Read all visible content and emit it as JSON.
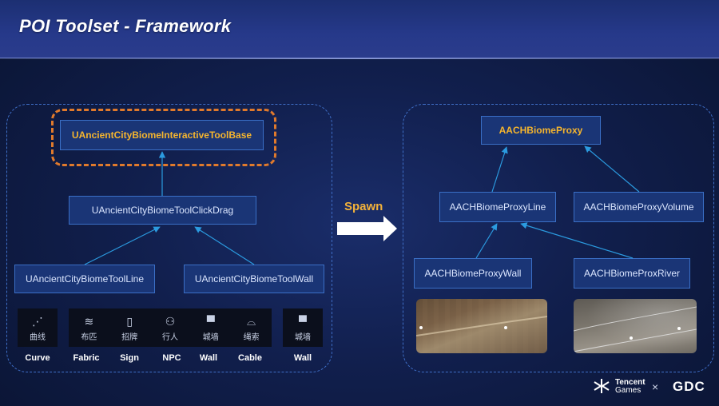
{
  "title": "POI Toolset - Framework",
  "left_tree": {
    "base": "UAncientCityBiomeInteractiveToolBase",
    "click_drag": "UAncientCityBiomeToolClickDrag",
    "line": "UAncientCityBiomeToolLine",
    "wall": "UAncientCityBiomeToolWall"
  },
  "spawn_label": "Spawn",
  "right_tree": {
    "proxy": "AACHBiomeProxy",
    "proxy_line": "AACHBiomeProxyLine",
    "proxy_volume": "AACHBiomeProxyVolume",
    "proxy_wall": "AACHBiomeProxyWall",
    "proxy_river": "AACHBiomeProxRiver"
  },
  "tools": [
    {
      "icon": "curve-icon",
      "glyph": "⋰",
      "cn": "曲线",
      "label": "Curve"
    },
    {
      "icon": "fabric-icon",
      "glyph": "≋",
      "cn": "布匹",
      "label": "Fabric"
    },
    {
      "icon": "sign-icon",
      "glyph": "▯",
      "cn": "招牌",
      "label": "Sign"
    },
    {
      "icon": "npc-icon",
      "glyph": "⚇",
      "cn": "行人",
      "label": "NPC"
    },
    {
      "icon": "wall-icon",
      "glyph": "▀",
      "cn": "城墙",
      "label": "Wall"
    },
    {
      "icon": "cable-icon",
      "glyph": "⌓",
      "cn": "绳索",
      "label": "Cable"
    },
    {
      "icon": "wall-icon",
      "glyph": "▀",
      "cn": "城墙",
      "label": "Wall"
    }
  ],
  "footer": {
    "tencent_line1": "Tencent",
    "tencent_line2": "Games",
    "cross": "×",
    "gdc": "GDC"
  },
  "colors": {
    "node_fill": "#1a3576",
    "node_border": "#3a6fc6",
    "base_text": "#f5b52e",
    "highlight": "#e07a2c",
    "arrow": "#2b9be0",
    "spawn": "#f3b23a"
  }
}
